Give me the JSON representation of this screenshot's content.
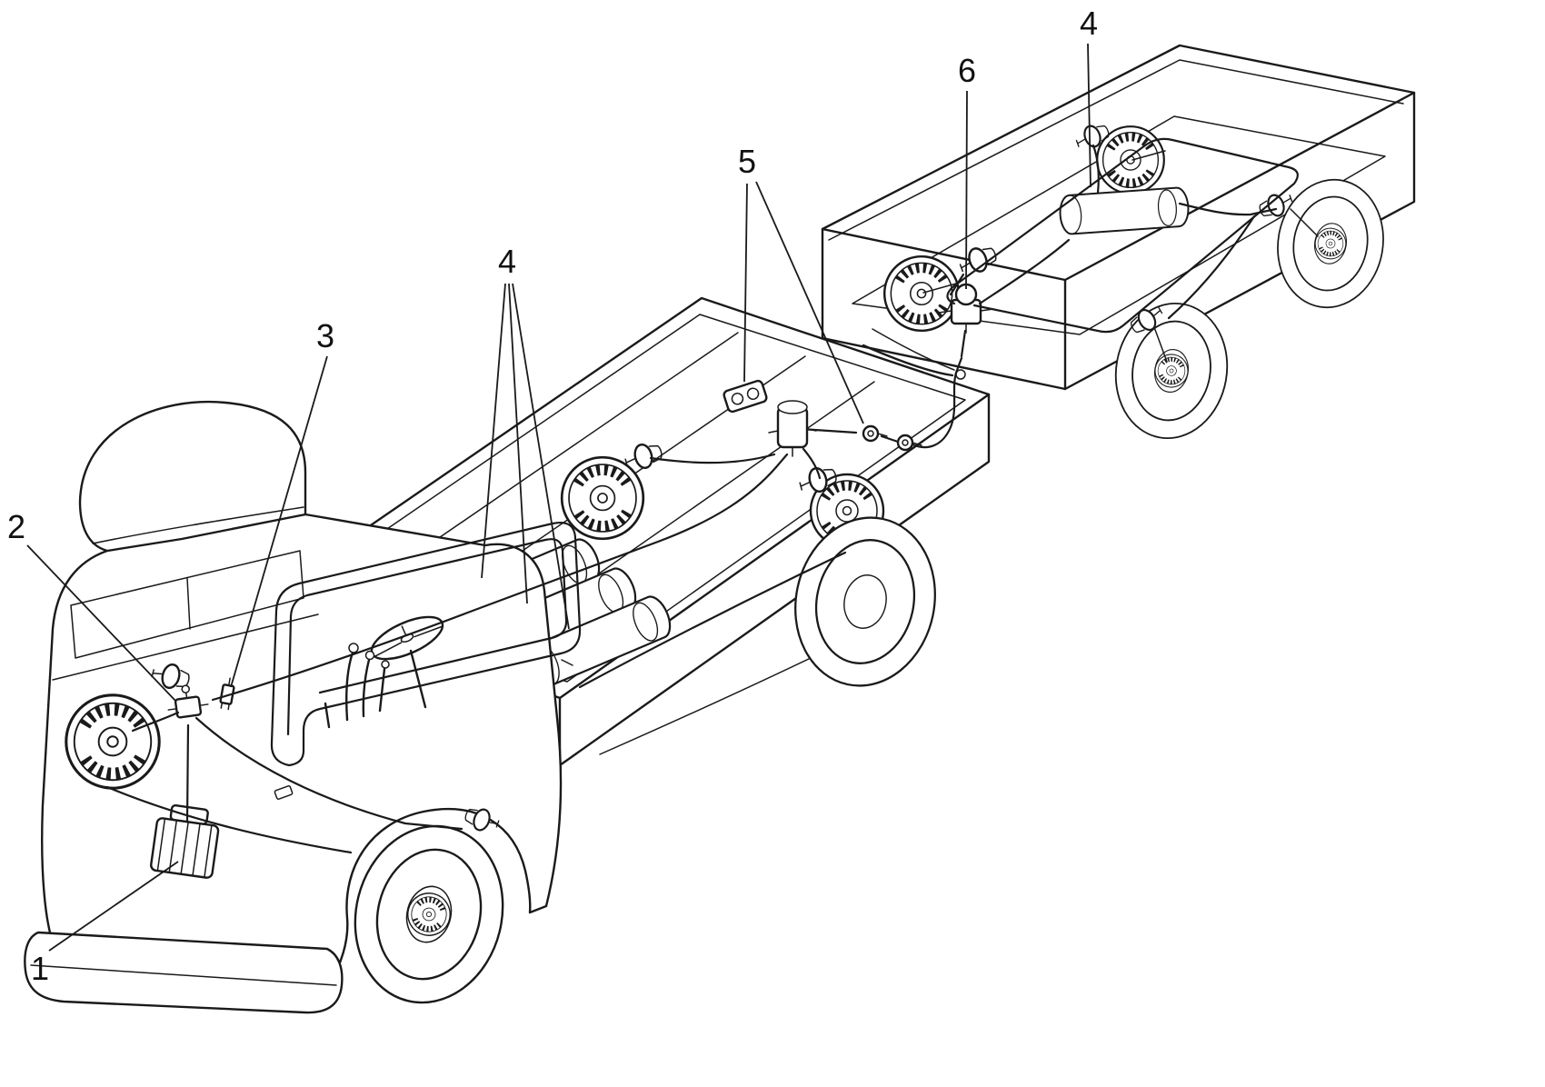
{
  "figure": {
    "background_color": "#ffffff",
    "ink_color": "#1a1a1a",
    "description": "Line illustration of a cab-over truck with drawbar trailer showing air brake system components and piping"
  },
  "callouts": {
    "c1": {
      "label": "1"
    },
    "c2": {
      "label": "2"
    },
    "c3": {
      "label": "3"
    },
    "c4_truck": {
      "label": "4"
    },
    "c5": {
      "label": "5"
    },
    "c6": {
      "label": "6"
    },
    "c4_trailer": {
      "label": "4"
    }
  }
}
